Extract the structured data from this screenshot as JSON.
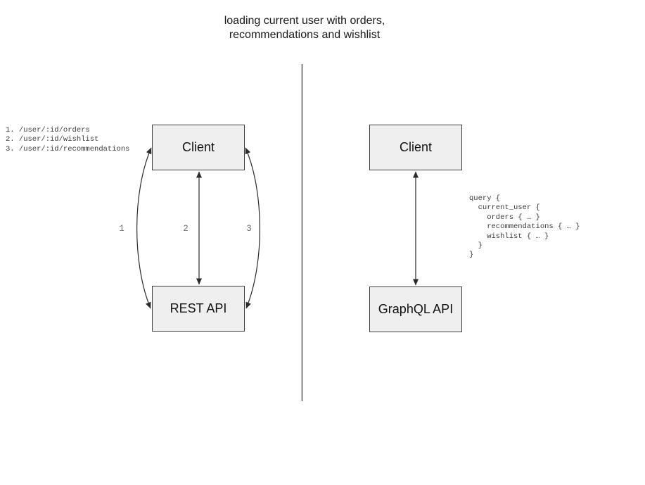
{
  "title": {
    "line1": "loading current user with orders,",
    "line2": "recommendations and wishlist"
  },
  "rest_panel": {
    "client_label": "Client",
    "api_label": "REST API",
    "endpoints": [
      "1. /user/:id/orders",
      "2. /user/:id/wishlist",
      "3. /user/:id/recommendations"
    ],
    "arrow_labels": [
      "1",
      "2",
      "3"
    ]
  },
  "graphql_panel": {
    "client_label": "Client",
    "api_label": "GraphQL API",
    "query_lines": [
      "query {",
      "  current_user {",
      "    orders { … }",
      "    recommendations { … }",
      "    wishlist { … }",
      "  }",
      "}"
    ]
  },
  "colors": {
    "box_fill": "#efefef",
    "box_border": "#404040",
    "arrow": "#2a2a2a",
    "divider": "#606060",
    "code_text": "#3d3d3d",
    "label_text": "#6f6f6f"
  }
}
